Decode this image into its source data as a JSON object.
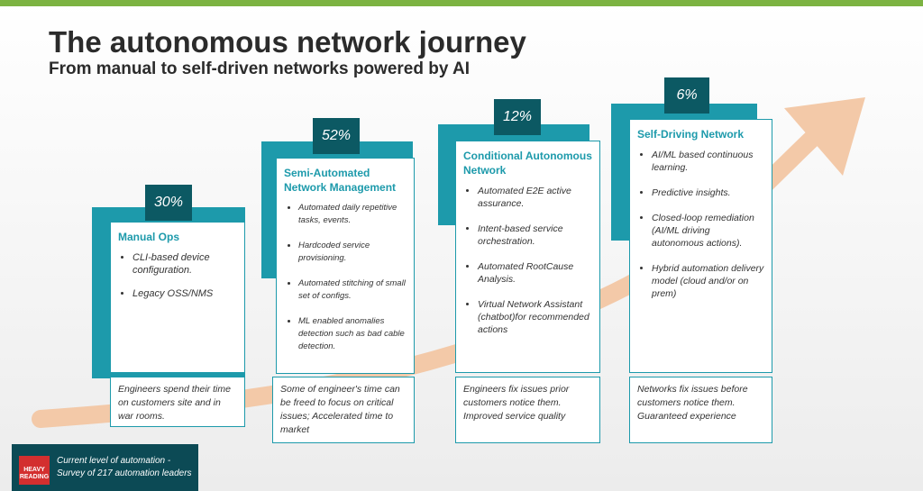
{
  "title": "The autonomous network journey",
  "subtitle": "From manual to self-driven networks powered by AI",
  "colors": {
    "teal": "#1d9aab",
    "dark_teal": "#0c5963",
    "accent_green": "#7cb342",
    "arrow": "#f3c9a8",
    "brand_red": "#d32f2f"
  },
  "stages": [
    {
      "percent": "30%",
      "title": "Manual Ops",
      "bullets": [
        "CLI-based device configuration.",
        "Legacy OSS/NMS"
      ],
      "outcome": "Engineers spend their time on customers site and in war rooms."
    },
    {
      "percent": "52%",
      "title": "Semi-Automated Network Management",
      "bullets": [
        "Automated daily repetitive tasks, events.",
        "Hardcoded service provisioning.",
        "Automated stitching of small set of configs.",
        "ML enabled anomalies detection such as bad cable detection."
      ],
      "outcome": "Some of engineer's time can be freed to focus on critical issues; Accelerated time to market"
    },
    {
      "percent": "12%",
      "title": "Conditional Autonomous Network",
      "bullets": [
        "Automated E2E active assurance.",
        "Intent-based service orchestration.",
        "Automated RootCause Analysis.",
        "Virtual Network Assistant (chatbot)for recommended actions"
      ],
      "outcome": "Engineers fix issues prior customers notice them. Improved service quality"
    },
    {
      "percent": "6%",
      "title": "Self-Driving Network",
      "bullets": [
        "AI/ML based continuous learning.",
        "Predictive insights.",
        "Closed-loop remediation (AI/ML driving autonomous actions).",
        "Hybrid automation delivery model (cloud and/or on prem)"
      ],
      "outcome": "Networks fix issues before customers notice them. Guaranteed experience"
    }
  ],
  "legend": {
    "logo_text": "HEAVY READING",
    "line1": "Current level of automation -",
    "line2": "Survey of 217 automation leaders"
  }
}
